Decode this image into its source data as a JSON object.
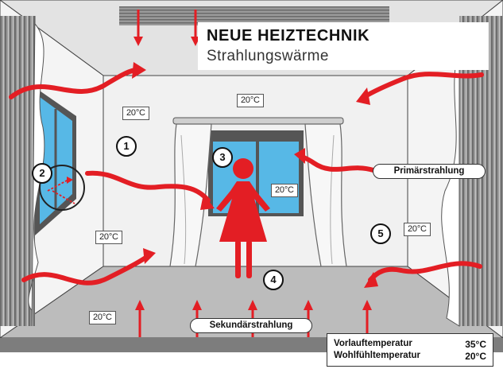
{
  "header": {
    "title": "NEUE HEIZTECHNIK",
    "subtitle": "Strahlungswärme"
  },
  "room_temperatures": [
    "20°C",
    "20°C",
    "20°C",
    "20°C",
    "20°C",
    "20°C"
  ],
  "markers": [
    "1",
    "2",
    "3",
    "4",
    "5"
  ],
  "labels": {
    "primary": "Primärstrahlung",
    "secondary": "Sekundärstrahlung"
  },
  "temp_panel": {
    "rows": [
      {
        "label": "Vorlauftemperatur",
        "value": "35°C"
      },
      {
        "label": "Wohlfühltemperatur",
        "value": "20°C"
      }
    ]
  },
  "colors": {
    "accent_red": "#e31e24",
    "wall_light": "#f0f0f0",
    "floor_gray": "#b9b9b9",
    "window_blue": "#55b7e4",
    "thumb_green": "#3da535",
    "heater_gray": "#8c8c8c"
  },
  "icons": [
    "thumbs-up-icon",
    "person-icon",
    "heat-arrow-icon"
  ]
}
